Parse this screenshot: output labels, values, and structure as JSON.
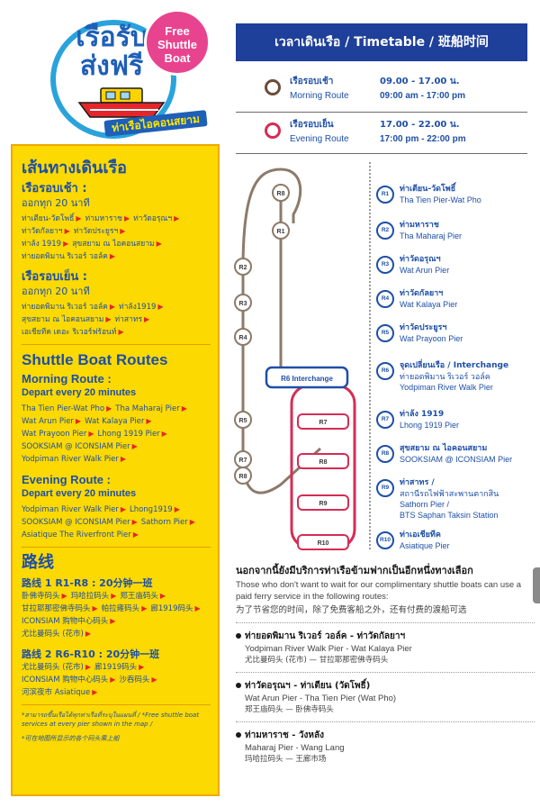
{
  "logo": {
    "title_th": "เรือรับ ส่งฟรี",
    "badge": "Free Shuttle Boat",
    "ribbon": "ท่าเรือไอคอนสยาม",
    "colors": {
      "ring": "#2aa3dc",
      "badge": "#e8438e",
      "title": "#1e5fb8"
    }
  },
  "left": {
    "th": {
      "title": "เส้นทางเดินเรือ",
      "morning_title": "เรือรอบเช้า :",
      "morning_freq": "ออกทุก 20 นาที",
      "morning_lines": [
        [
          "ท่าเตียน-วัดโพธิ์",
          "ท่ามหาราช",
          "ท่าวัดอรุณฯ"
        ],
        [
          "ท่าวัดกัลยาฯ",
          "ท่าวัดประยูรฯ"
        ],
        [
          "ท่าล้ง 1919",
          "สุขสยาม ณ ไอคอนสยาม"
        ],
        [
          "ท่ายอดพิมาน ริเวอร์ วอล์ค"
        ]
      ],
      "evening_title": "เรือรอบเย็น :",
      "evening_freq": "ออกทุก 20 นาที",
      "evening_lines": [
        [
          "ท่ายอดพิมาน ริเวอร์ วอล์ค",
          "ท่าล้ง1919"
        ],
        [
          "สุขสยาม ณ ไอคอนสยาม",
          "ท่าสาทร"
        ],
        [
          "เอเชียทีค เดอะ ริเวอร์ฟร้อนท์"
        ]
      ]
    },
    "en": {
      "title": "Shuttle Boat Routes",
      "morning_title": "Morning Route :",
      "morning_freq": "Depart every 20 minutes",
      "morning_lines": [
        [
          "Tha Tien Pier-Wat Pho",
          "Tha Maharaj Pier"
        ],
        [
          "Wat Arun Pier",
          "Wat Kalaya Pier"
        ],
        [
          "Wat Prayoon Pier",
          "Lhong 1919 Pier"
        ],
        [
          "SOOKSIAM @ ICONSIAM Pier"
        ],
        [
          "Yodpiman River Walk Pier"
        ]
      ],
      "evening_title": "Evening Route :",
      "evening_freq": "Depart every 20 minutes",
      "evening_lines": [
        [
          "Yodpiman River Walk Pier",
          "Lhong1919"
        ],
        [
          "SOOKSIAM @ ICONSIAM Pier",
          "Sathorn Pier"
        ],
        [
          "Asiatique The Riverfront Pier"
        ]
      ]
    },
    "cn": {
      "title": "路线",
      "route1_title": "路线 1 R1-R8 : 20分钟一班",
      "route1_lines": [
        [
          "卧佛寺码头",
          "玛哈拉码头",
          "郑王庙码头"
        ],
        [
          "甘拉耶那密佛寺码头",
          "帕拉雍码头",
          "廊1919码头"
        ],
        [
          "ICONSIAM 购物中心码头"
        ],
        [
          "尤比曼码头 (花市)"
        ]
      ],
      "route2_title": "路线 2 R6-R10 : 20分钟一班",
      "route2_lines": [
        [
          "尤比曼码头 (花市)",
          "廊1919码头"
        ],
        [
          "ICONSIAM 购物中心码头",
          "沙吞码头"
        ],
        [
          "河滨夜市 Asiatique"
        ]
      ]
    },
    "footnote_1": "*สามารถขึ้นเรือได้ทุกท่าเรือที่ระบุในแผนที่ / *Free shuttle boat services at every pier shown in the map /",
    "footnote_2": "*可在地图所显示的各个码头乘上船"
  },
  "timetable": {
    "header": "เวลาเดินเรือ / Timetable / 班船时间",
    "morning": {
      "label_th": "เรือรอบเช้า",
      "label_en": "Morning Route",
      "time_th": "09.00 - 17.00 น.",
      "time_en": "09:00 am - 17:00 pm",
      "color": "#6b4c3a"
    },
    "evening": {
      "label_th": "เรือรอบเย็น",
      "label_en": "Evening Route",
      "time_th": "17.00 - 22.00 น.",
      "time_en": "17:00 pm - 22:00 pm",
      "color": "#d62c54"
    }
  },
  "map": {
    "interchange_label": "R6 Interchange",
    "morning_nodes": [
      "R8",
      "R1",
      "R2",
      "R3",
      "R4",
      "R5",
      "R7",
      "R8"
    ],
    "evening_nodes": [
      "R7",
      "R8",
      "R9",
      "R10"
    ],
    "colors": {
      "morning": "#8c7a6a",
      "evening": "#d62c54",
      "interchange": "#1e4fa8"
    }
  },
  "stops": [
    {
      "code": "R1",
      "th": "ท่าเตียน-วัดโพธิ์",
      "en": "Tha Tien Pier-Wat Pho"
    },
    {
      "code": "R2",
      "th": "ท่ามหาราช",
      "en": "Tha Maharaj Pier"
    },
    {
      "code": "R3",
      "th": "ท่าวัดอรุณฯ",
      "en": "Wat Arun Pier"
    },
    {
      "code": "R4",
      "th": "ท่าวัดกัลยาฯ",
      "en": "Wat Kalaya Pier"
    },
    {
      "code": "R5",
      "th": "ท่าวัดประยูรฯ",
      "en": "Wat Prayoon Pier"
    },
    {
      "code": "R6",
      "th": "จุดเปลี่ยนเรือ / Interchange",
      "en": "ท่ายอดพิมาน ริเวอร์ วอล์ค",
      "en2": "Yodpiman River Walk Pier"
    },
    {
      "code": "R7",
      "th": "ท่าล้ง 1919",
      "en": "Lhong 1919 Pier"
    },
    {
      "code": "R8",
      "th": "สุขสยาม ณ ไอคอนสยาม",
      "en": "SOOKSIAM @ ICONSIAM Pier"
    },
    {
      "code": "R9",
      "th": "ท่าสาทร /",
      "en": "สถานีรถไฟฟ้าสะพานตากสิน",
      "en2": "Sathorn Pier /",
      "en3": "BTS Saphan Taksin Station"
    },
    {
      "code": "R10",
      "th": "ท่าเอเชียทีค",
      "en": "Asiatique Pier"
    }
  ],
  "ferry": {
    "title": "นอกจากนี้ยังมีบริการท่าเรือข้ามฟากเป็นอีกหนึ่งทางเลือก",
    "desc_en": "Those who don't want to wait for our complimentary shuttle boats can use a paid ferry service in the following routes:",
    "desc_cn": "为了节省您的时间，除了免费客船之外，还有付费的渡船可选",
    "items": [
      {
        "th": "ท่ายอดพิมาน ริเวอร์ วอล์ค - ท่าวัดกัลยาฯ",
        "en": "Yodpiman River Walk Pier - Wat Kalaya Pier",
        "cn": "尤比曼码头 (花市) — 甘拉耶那密佛寺码头"
      },
      {
        "th": "ท่าวัดอรุณฯ - ท่าเตียน (วัดโพธิ์)",
        "en": "Wat Arun Pier - Tha Tien Pier (Wat Pho)",
        "cn": "郑王庙码头 — 卧佛寺码头"
      },
      {
        "th": "ท่ามหาราช - วังหลัง",
        "en": "Maharaj Pier - Wang Lang",
        "cn": "玛哈拉码头 — 王廊市场"
      }
    ]
  }
}
